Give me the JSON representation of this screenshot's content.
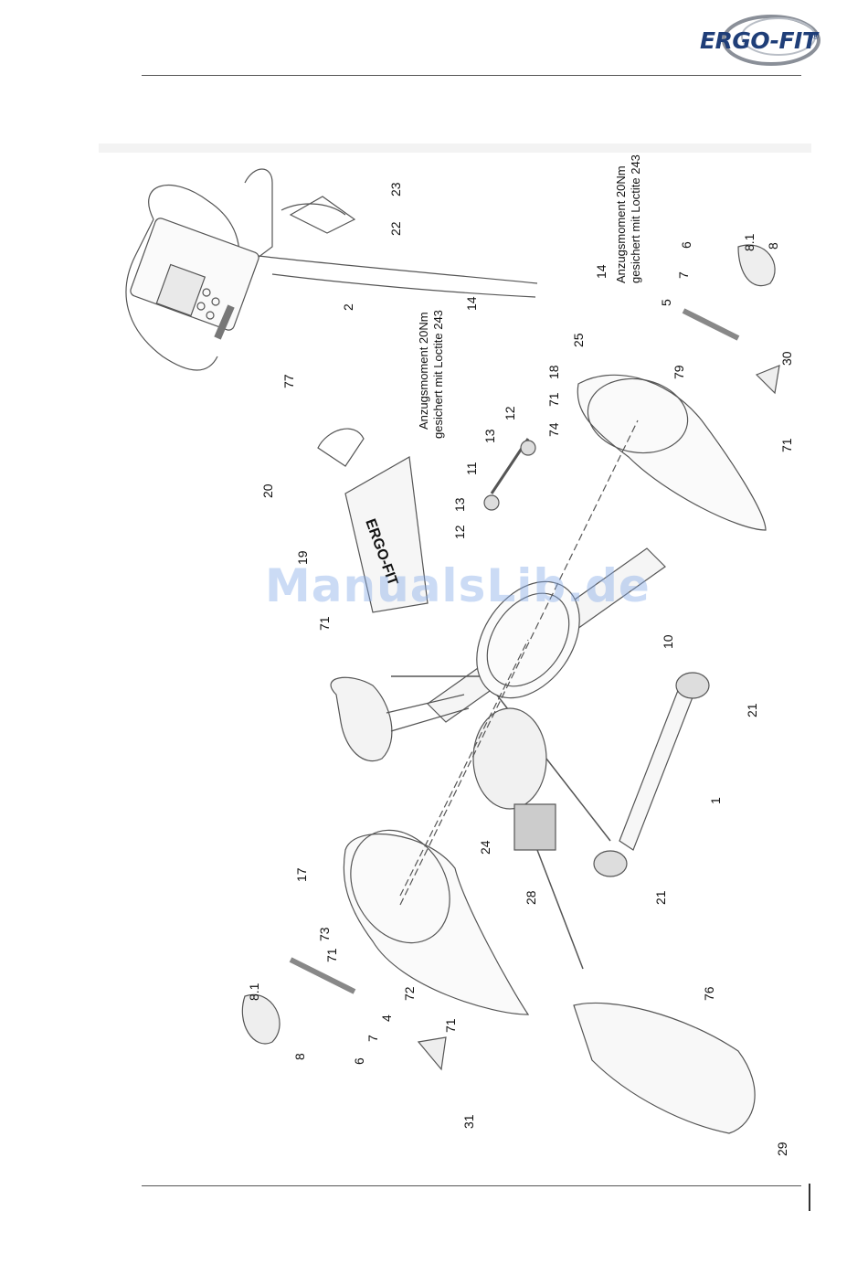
{
  "header": {
    "logo_text": "ERGO-FIT",
    "logo_mark": "®"
  },
  "watermark": "ManualsLib.de",
  "annotations": {
    "torque_left_line1": "Anzugsmoment 20Nm",
    "torque_left_line2": "gesichert mit Loctite 243",
    "torque_right_line1": "Anzugsmoment 20Nm",
    "torque_right_line2": "gesichert mit Loctite 243"
  },
  "part_labels": {
    "p1": "1",
    "p2": "2",
    "p4": "4",
    "p5": "5",
    "p6a": "6",
    "p6b": "6",
    "p7a": "7",
    "p7b": "7",
    "p8a": "8",
    "p8b": "8",
    "p81a": "8.1",
    "p81b": "8.1",
    "p10": "10",
    "p11": "11",
    "p12a": "12",
    "p12b": "12",
    "p13a": "13",
    "p13b": "13",
    "p14a": "14",
    "p14b": "14",
    "p17": "17",
    "p18": "18",
    "p19": "19",
    "p20": "20",
    "p21a": "21",
    "p21b": "21",
    "p22": "22",
    "p23": "23",
    "p24": "24",
    "p25": "25",
    "p28": "28",
    "p29": "29",
    "p30": "30",
    "p31": "31",
    "p71a": "71",
    "p71b": "71",
    "p71c": "71",
    "p71d": "71",
    "p71e": "71",
    "p72": "72",
    "p73": "73",
    "p74": "74",
    "p76": "76",
    "p77": "77",
    "p79": "79"
  },
  "cover_text": "ERGO-FIT"
}
